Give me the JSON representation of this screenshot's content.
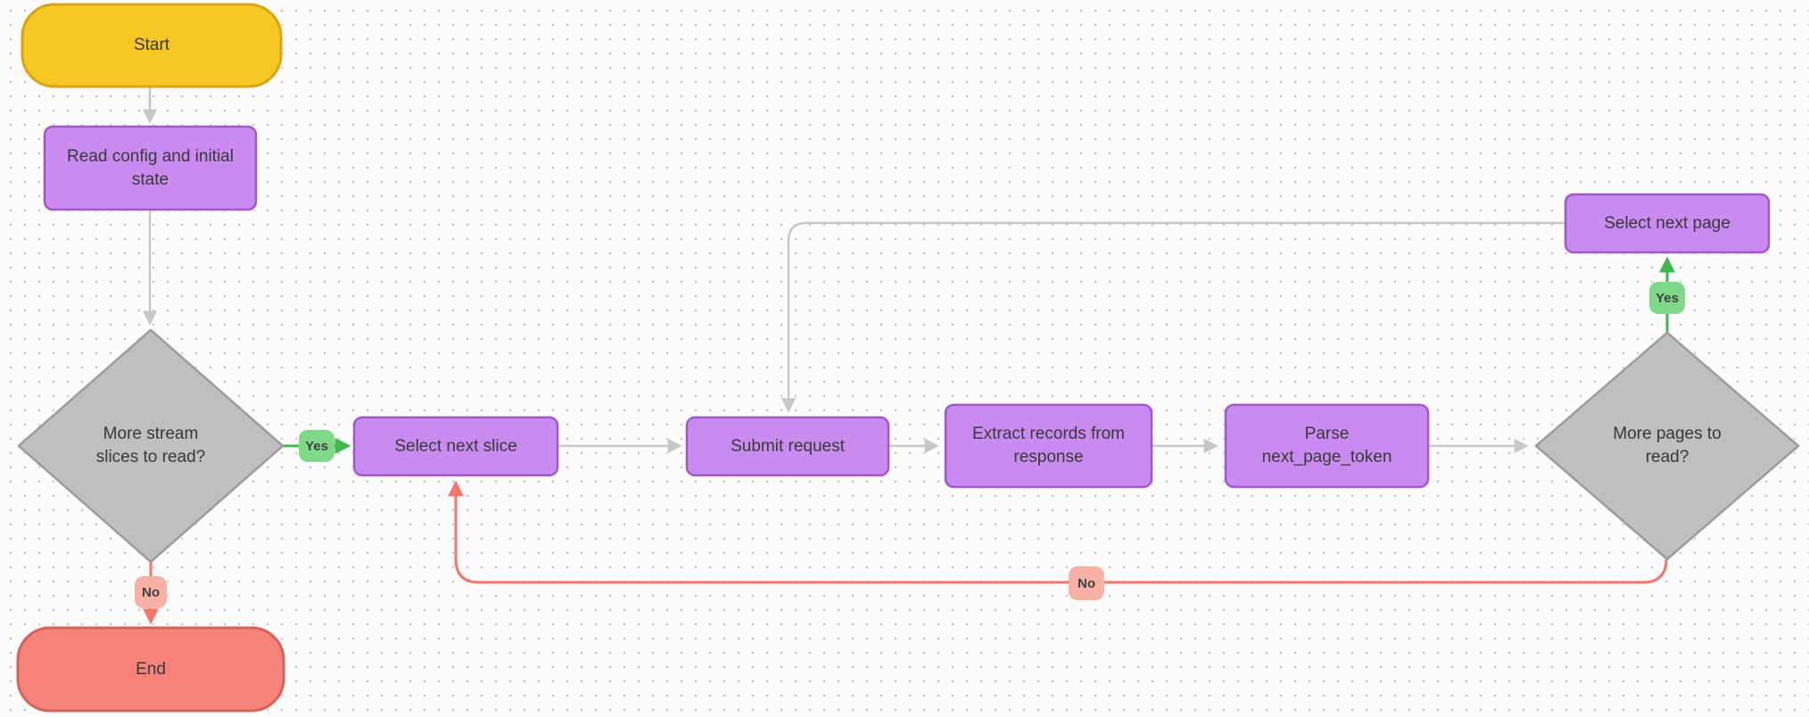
{
  "diagram": {
    "nodes": {
      "start": {
        "label": "Start",
        "type": "terminal"
      },
      "read_config": {
        "label": "Read config and initial\nstate",
        "type": "process"
      },
      "more_slices": {
        "label": "More stream\nslices to read?",
        "type": "decision"
      },
      "select_next_slice": {
        "label": "Select next slice",
        "type": "process"
      },
      "submit_request": {
        "label": "Submit request",
        "type": "process"
      },
      "extract_records": {
        "label": "Extract records from\nresponse",
        "type": "process"
      },
      "parse_token": {
        "label": "Parse\nnext_page_token",
        "type": "process"
      },
      "more_pages": {
        "label": "More pages to\nread?",
        "type": "decision"
      },
      "select_next_page": {
        "label": "Select next page",
        "type": "process"
      },
      "end": {
        "label": "End",
        "type": "terminal"
      }
    },
    "edge_labels": {
      "yes_slices": "Yes",
      "no_slices": "No",
      "yes_pages": "Yes",
      "no_pages": "No"
    },
    "colors": {
      "start_fill": "#f7c825",
      "start_stroke": "#d9a413",
      "end_fill": "#f8837a",
      "end_stroke": "#d66158",
      "process_fill": "#c98bf0",
      "process_stroke": "#a158c8",
      "decision_fill": "#bfbfbf",
      "decision_stroke": "#9c9c9c",
      "edge_gray": "#c7c7c7",
      "edge_green": "#3eb94c",
      "edge_red": "#f3756b",
      "label_yes_bg": "#80d989",
      "label_no_bg": "#f9b0a5",
      "canvas_bg": "#fcfcfc",
      "grid_dot": "#d4d2d0",
      "node_text": "#383838"
    }
  }
}
